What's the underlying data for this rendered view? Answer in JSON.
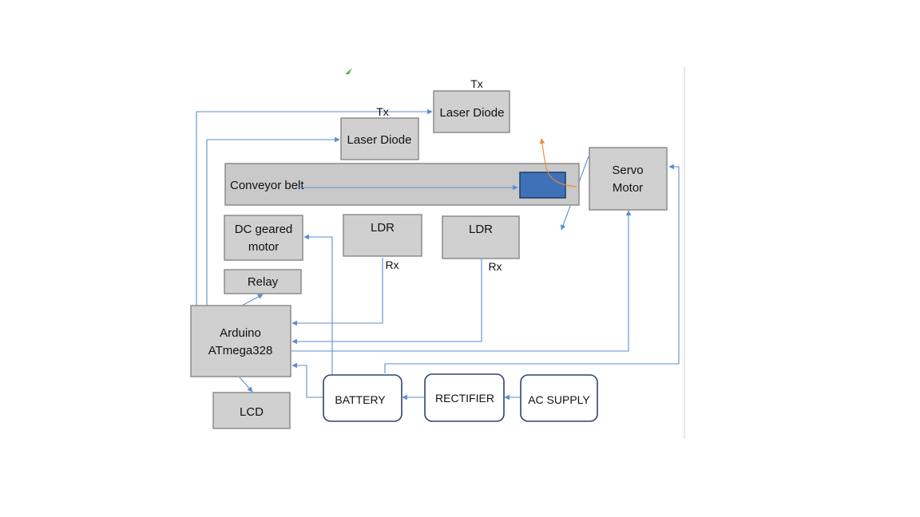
{
  "blocks": {
    "laser_diode_1": {
      "label": "Laser Diode",
      "tag": "Tx"
    },
    "laser_diode_2": {
      "label": "Laser Diode",
      "tag": "Tx"
    },
    "conveyor": {
      "label": "Conveyor belt"
    },
    "servo": {
      "line1": "Servo",
      "line2": "Motor"
    },
    "dc_motor": {
      "line1": "DC geared",
      "line2": "motor"
    },
    "ldr_1": {
      "label": "LDR",
      "tag": "Rx"
    },
    "ldr_2": {
      "label": "LDR",
      "tag": "Rx"
    },
    "relay": {
      "label": "Relay"
    },
    "arduino": {
      "line1": "Arduino",
      "line2": "ATmega328"
    },
    "lcd": {
      "label": "LCD"
    },
    "battery": {
      "label": "BATTERY"
    },
    "rectifier": {
      "label": "RECTIFIER"
    },
    "ac_supply": {
      "label": "AC SUPPLY"
    }
  },
  "colors": {
    "block_fill": "#d0d0d0",
    "block_stroke": "#8c8c8c",
    "power_block_stroke": "#30456b",
    "wire": "#5b8ed0",
    "object": "#3f71b8",
    "sensor_beam": "#e58a3a"
  }
}
